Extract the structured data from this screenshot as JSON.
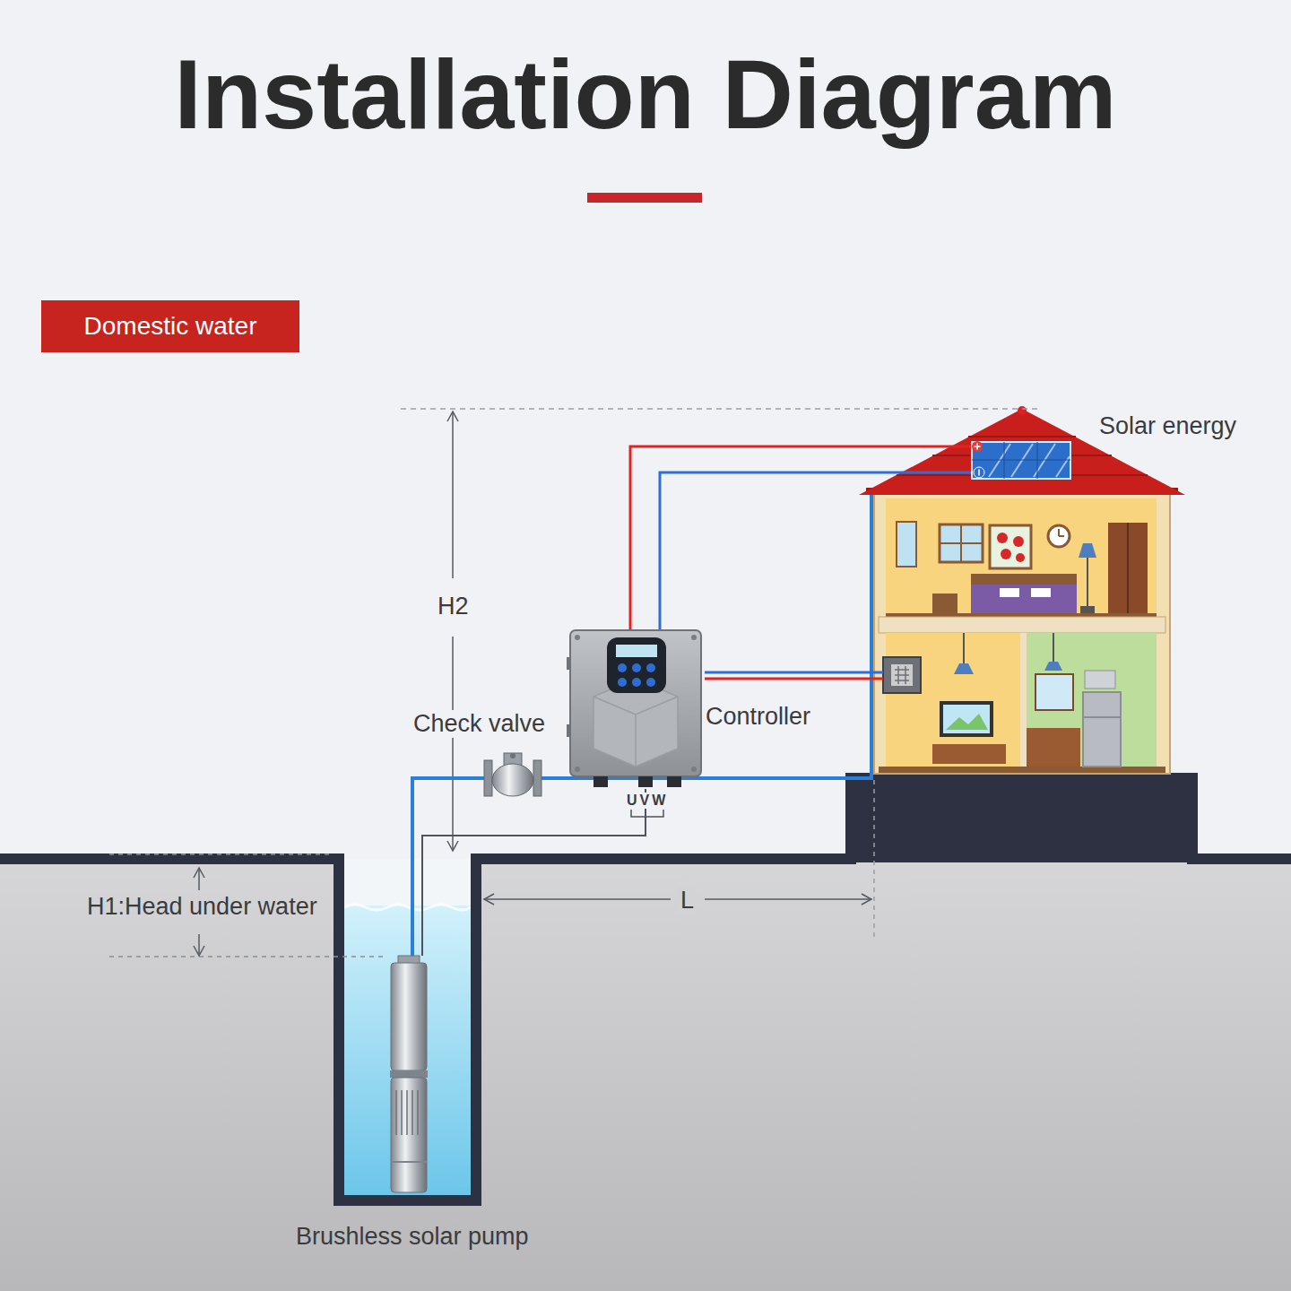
{
  "diagram": {
    "title": "Installation Diagram",
    "nodes": [
      {
        "text": [
          "Domestic water"
        ]
      },
      {
        "text": [
          "Solar energy"
        ]
      },
      {
        "text": [
          "Check valve"
        ]
      },
      {
        "text": [
          "Controller"
        ]
      },
      {
        "text": [
          "Brushless solar pump"
        ]
      }
    ],
    "edges": [
      {
        "from": 1,
        "to": 3,
        "arrow": "none"
      },
      {
        "from": 1,
        "to": 3,
        "arrow": "none"
      },
      {
        "from": 4,
        "to": 2,
        "arrow": "none"
      },
      {
        "from": 3,
        "to": 4,
        "arrow": "none"
      }
    ],
    "labels": [
      "H2",
      "UVW",
      "H1:Head under water",
      "L"
    ]
  }
}
